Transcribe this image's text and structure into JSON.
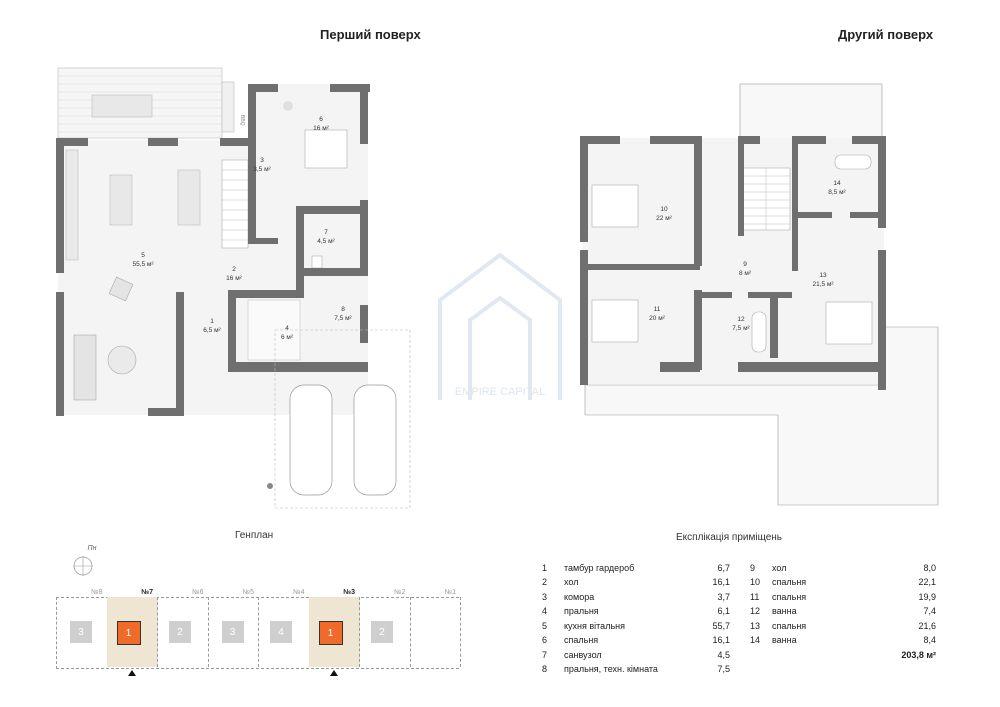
{
  "titles": {
    "first_floor": "Перший поверх",
    "second_floor": "Другий поверх",
    "site_plan": "Генплан",
    "explication": "Експлікація приміщень"
  },
  "watermark": "EMPIRE CAPITAL",
  "bbq_label": "BBQ",
  "north_label": "Пн",
  "first_floor_rooms": [
    {
      "num": "1",
      "area": "6,5 м²"
    },
    {
      "num": "2",
      "area": "16 м²"
    },
    {
      "num": "3",
      "area": "3,5 м²"
    },
    {
      "num": "4",
      "area": "6 м²"
    },
    {
      "num": "5",
      "area": "55,5 м²"
    },
    {
      "num": "6",
      "area": "16 м²"
    },
    {
      "num": "7",
      "area": "4,5 м²"
    },
    {
      "num": "8",
      "area": "7,5 м²"
    }
  ],
  "second_floor_rooms": [
    {
      "num": "9",
      "area": "8 м²"
    },
    {
      "num": "10",
      "area": "22 м²"
    },
    {
      "num": "11",
      "area": "20 м²"
    },
    {
      "num": "12",
      "area": "7,5 м²"
    },
    {
      "num": "13",
      "area": "21,5 м²"
    },
    {
      "num": "14",
      "area": "8,5 м²"
    }
  ],
  "lots": [
    {
      "no": "№8",
      "building": "3",
      "active": false
    },
    {
      "no": "№7",
      "building": "1",
      "active": true
    },
    {
      "no": "№6",
      "building": "2",
      "active": false
    },
    {
      "no": "№5",
      "building": "3",
      "active": false
    },
    {
      "no": "№4",
      "building": "4",
      "active": false
    },
    {
      "no": "№3",
      "building": "1",
      "active": true
    },
    {
      "no": "№2",
      "building": "2",
      "active": false
    },
    {
      "no": "№1",
      "building": "",
      "active": false
    }
  ],
  "legend_left": [
    {
      "n": "1",
      "name": "тамбур гардероб",
      "area": "6,7"
    },
    {
      "n": "2",
      "name": "хол",
      "area": "16,1"
    },
    {
      "n": "3",
      "name": "комора",
      "area": "3,7"
    },
    {
      "n": "4",
      "name": "пральня",
      "area": "6,1"
    },
    {
      "n": "5",
      "name": "кухня вітальня",
      "area": "55,7"
    },
    {
      "n": "6",
      "name": "спальня",
      "area": "16,1"
    },
    {
      "n": "7",
      "name": "санвузол",
      "area": "4,5"
    },
    {
      "n": "8",
      "name": "пральня, техн. кімната",
      "area": "7,5"
    }
  ],
  "legend_right": [
    {
      "n": "9",
      "name": "хол",
      "area": "8,0"
    },
    {
      "n": "10",
      "name": "спальня",
      "area": "22,1"
    },
    {
      "n": "11",
      "name": "спальня",
      "area": "19,9"
    },
    {
      "n": "12",
      "name": "ванна",
      "area": "7,4"
    },
    {
      "n": "13",
      "name": "спальня",
      "area": "21,6"
    },
    {
      "n": "14",
      "name": "ванна",
      "area": "8,4"
    }
  ],
  "total_area": "203,8 м²"
}
